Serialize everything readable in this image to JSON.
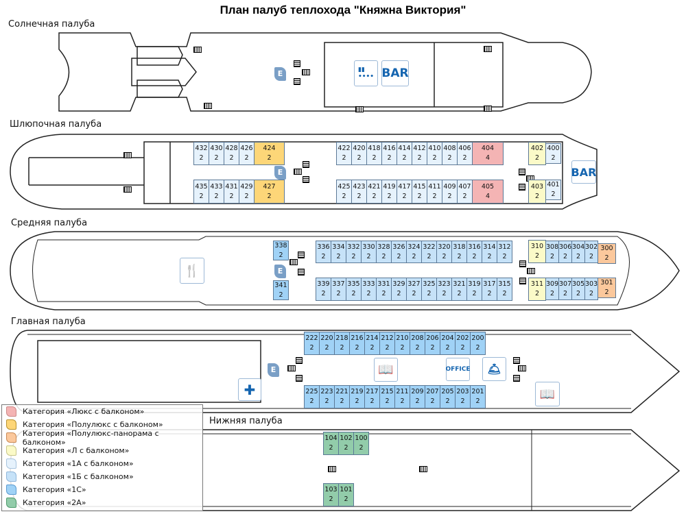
{
  "title": "План палуб теплохода \"Княжна Виктория\"",
  "categories": {
    "lux": {
      "label": "Категория «Люкс с балконом»",
      "color": "#f4b4b4",
      "border": "#c88"
    },
    "polulux": {
      "label": "Категория «Полулюкс с балконом»",
      "color": "#fdd678",
      "border": "#b8912e"
    },
    "panorama": {
      "label": "Категория «Полулюкс-панорама с балконом»",
      "color": "#fbc89c",
      "border": "#c98a55"
    },
    "L": {
      "label": "Категория «Л с балконом»",
      "color": "#fbfac8",
      "border": "#c8c68a"
    },
    "1A": {
      "label": "Категория «1А с балконом»",
      "color": "#e6f2fc",
      "border": "#a8c4de"
    },
    "1B": {
      "label": "Категория «1Б с балконом»",
      "color": "#c6e2f8",
      "border": "#8fb6da"
    },
    "1C": {
      "label": "Категория «1С»",
      "color": "#a0d2f6",
      "border": "#5a9bd0"
    },
    "2A": {
      "label": "Категория «2А»",
      "color": "#92ccaa",
      "border": "#4f9a6d"
    }
  },
  "legend_order": [
    "lux",
    "polulux",
    "panorama",
    "L",
    "1A",
    "1B",
    "1C",
    "2A"
  ],
  "decks": [
    {
      "name": "Солнечная палуба",
      "signs": [
        "BAR"
      ],
      "cabins": []
    },
    {
      "name": "Шлюпочная палуба",
      "signs": [
        "BAR"
      ],
      "cabins": [
        [
          "432",
          "2",
          "1A"
        ],
        [
          "430",
          "2",
          "1A"
        ],
        [
          "428",
          "2",
          "1A"
        ],
        [
          "426",
          "2",
          "1A"
        ],
        [
          "424",
          "2",
          "polulux"
        ],
        [
          "435",
          "2",
          "1A"
        ],
        [
          "433",
          "2",
          "1A"
        ],
        [
          "431",
          "2",
          "1A"
        ],
        [
          "429",
          "2",
          "1A"
        ],
        [
          "427",
          "2",
          "polulux"
        ],
        [
          "422",
          "2",
          "1A"
        ],
        [
          "420",
          "2",
          "1A"
        ],
        [
          "418",
          "2",
          "1A"
        ],
        [
          "416",
          "2",
          "1A"
        ],
        [
          "414",
          "2",
          "1A"
        ],
        [
          "412",
          "2",
          "1A"
        ],
        [
          "410",
          "2",
          "1A"
        ],
        [
          "408",
          "2",
          "1A"
        ],
        [
          "406",
          "2",
          "1A"
        ],
        [
          "404",
          "4",
          "lux"
        ],
        [
          "425",
          "2",
          "1A"
        ],
        [
          "423",
          "2",
          "1A"
        ],
        [
          "421",
          "2",
          "1A"
        ],
        [
          "419",
          "2",
          "1A"
        ],
        [
          "417",
          "2",
          "1A"
        ],
        [
          "415",
          "2",
          "1A"
        ],
        [
          "411",
          "2",
          "1A"
        ],
        [
          "409",
          "2",
          "1A"
        ],
        [
          "407",
          "2",
          "1A"
        ],
        [
          "405",
          "4",
          "lux"
        ],
        [
          "402",
          "2",
          "L"
        ],
        [
          "400",
          "2",
          "1A"
        ],
        [
          "403",
          "2",
          "L"
        ],
        [
          "401",
          "2",
          "1A"
        ]
      ]
    },
    {
      "name": "Средняя палуба",
      "signs": [],
      "cabins": [
        [
          "338",
          "2",
          "1C"
        ],
        [
          "341",
          "2",
          "1C"
        ],
        [
          "336",
          "2",
          "1B"
        ],
        [
          "334",
          "2",
          "1B"
        ],
        [
          "332",
          "2",
          "1B"
        ],
        [
          "330",
          "2",
          "1B"
        ],
        [
          "328",
          "2",
          "1B"
        ],
        [
          "326",
          "2",
          "1B"
        ],
        [
          "324",
          "2",
          "1B"
        ],
        [
          "322",
          "2",
          "1B"
        ],
        [
          "320",
          "2",
          "1B"
        ],
        [
          "318",
          "2",
          "1B"
        ],
        [
          "316",
          "2",
          "1B"
        ],
        [
          "314",
          "2",
          "1B"
        ],
        [
          "312",
          "2",
          "1B"
        ],
        [
          "339",
          "2",
          "1B"
        ],
        [
          "337",
          "2",
          "1B"
        ],
        [
          "335",
          "2",
          "1B"
        ],
        [
          "333",
          "2",
          "1B"
        ],
        [
          "331",
          "2",
          "1B"
        ],
        [
          "329",
          "2",
          "1B"
        ],
        [
          "327",
          "2",
          "1B"
        ],
        [
          "325",
          "2",
          "1B"
        ],
        [
          "323",
          "2",
          "1B"
        ],
        [
          "321",
          "2",
          "1B"
        ],
        [
          "319",
          "2",
          "1B"
        ],
        [
          "317",
          "2",
          "1B"
        ],
        [
          "315",
          "2",
          "1B"
        ],
        [
          "310",
          "2",
          "L"
        ],
        [
          "308",
          "2",
          "1B"
        ],
        [
          "306",
          "2",
          "1B"
        ],
        [
          "304",
          "2",
          "1B"
        ],
        [
          "302",
          "2",
          "1B"
        ],
        [
          "300",
          "2",
          "panorama"
        ],
        [
          "311",
          "2",
          "L"
        ],
        [
          "309",
          "2",
          "1B"
        ],
        [
          "307",
          "2",
          "1B"
        ],
        [
          "305",
          "2",
          "1B"
        ],
        [
          "303",
          "2",
          "1B"
        ],
        [
          "301",
          "2",
          "panorama"
        ]
      ]
    },
    {
      "name": "Главная палуба",
      "signs": [
        "OFFICE"
      ],
      "cabins": [
        [
          "222",
          "2",
          "1C"
        ],
        [
          "220",
          "2",
          "1C"
        ],
        [
          "218",
          "2",
          "1C"
        ],
        [
          "216",
          "2",
          "1C"
        ],
        [
          "214",
          "2",
          "1C"
        ],
        [
          "212",
          "2",
          "1C"
        ],
        [
          "210",
          "2",
          "1C"
        ],
        [
          "208",
          "2",
          "1C"
        ],
        [
          "206",
          "2",
          "1C"
        ],
        [
          "204",
          "2",
          "1C"
        ],
        [
          "202",
          "2",
          "1C"
        ],
        [
          "200",
          "2",
          "1C"
        ],
        [
          "225",
          "2",
          "1C"
        ],
        [
          "223",
          "2",
          "1C"
        ],
        [
          "221",
          "2",
          "1C"
        ],
        [
          "219",
          "2",
          "1C"
        ],
        [
          "217",
          "2",
          "1C"
        ],
        [
          "215",
          "2",
          "1C"
        ],
        [
          "211",
          "2",
          "1C"
        ],
        [
          "209",
          "2",
          "1C"
        ],
        [
          "207",
          "2",
          "1C"
        ],
        [
          "205",
          "2",
          "1C"
        ],
        [
          "203",
          "2",
          "1C"
        ],
        [
          "201",
          "2",
          "1C"
        ]
      ]
    },
    {
      "name": "Нижняя палуба",
      "signs": [],
      "cabins": [
        [
          "104",
          "2",
          "2A"
        ],
        [
          "102",
          "2",
          "2A"
        ],
        [
          "100",
          "2",
          "2A"
        ],
        [
          "103",
          "2",
          "2A"
        ],
        [
          "101",
          "2",
          "2A"
        ]
      ]
    }
  ],
  "elevator_label": "E"
}
